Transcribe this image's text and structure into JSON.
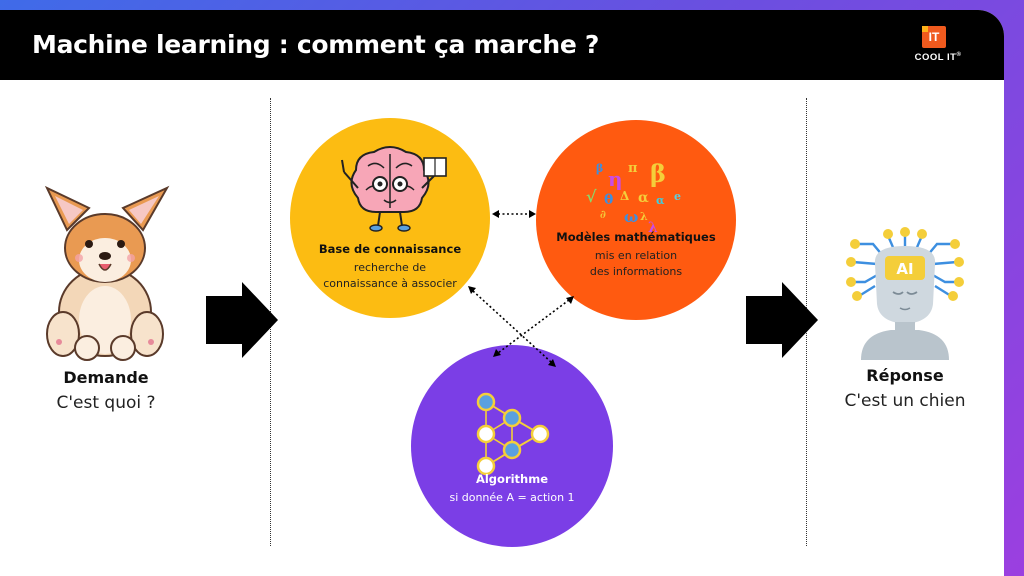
{
  "header": {
    "title": "Machine learning : comment ça marche ?",
    "logo": {
      "mark": "IT",
      "text": "COOL IT",
      "trademark": "®"
    }
  },
  "colors": {
    "knowledge": "#fcbc12",
    "models": "#ff5a10",
    "algorithm": "#7b3ee6",
    "background_gradient": [
      "#3f6be8",
      "#9b3fe0"
    ]
  },
  "input": {
    "icon": "corgi-dog-icon",
    "title": "Demande",
    "subtitle": "C'est quoi ?"
  },
  "output": {
    "icon": "ai-robot-icon",
    "title": "Réponse",
    "subtitle": "C'est un chien"
  },
  "nodes": {
    "knowledge": {
      "icon": "brain-reading-icon",
      "title": "Base de connaissance",
      "line1": "recherche de",
      "line2": "connaissance à associer"
    },
    "models": {
      "icon": "math-symbols-icon",
      "title": "Modèles mathématiques",
      "line1": "mis en relation",
      "line2": "des informations"
    },
    "algorithm": {
      "icon": "neural-network-icon",
      "title": "Algorithme",
      "line1": "si donnée A = action 1"
    }
  }
}
